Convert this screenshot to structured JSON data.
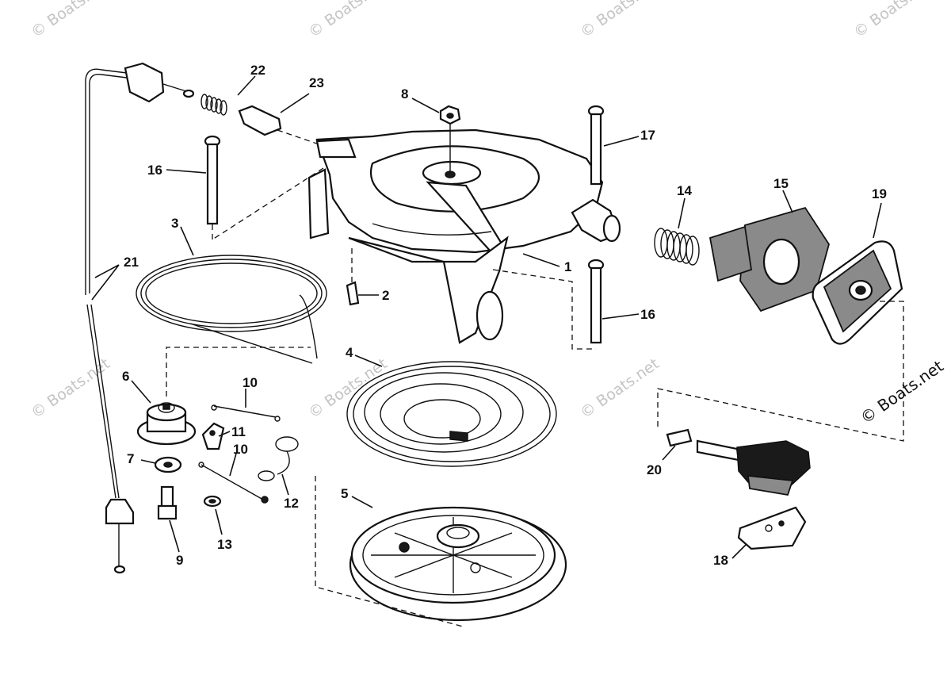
{
  "watermark": {
    "text": "© Boats.net"
  },
  "callouts": {
    "c1": "1",
    "c2": "2",
    "c3": "3",
    "c4": "4",
    "c5": "5",
    "c6": "6",
    "c7": "7",
    "c8": "8",
    "c9": "9",
    "c10a": "10",
    "c10b": "10",
    "c11": "11",
    "c12": "12",
    "c13": "13",
    "c14": "14",
    "c15": "15",
    "c16a": "16",
    "c16b": "16",
    "c17": "17",
    "c18": "18",
    "c19": "19",
    "c20": "20",
    "c21": "21",
    "c22": "22",
    "c23": "23"
  }
}
